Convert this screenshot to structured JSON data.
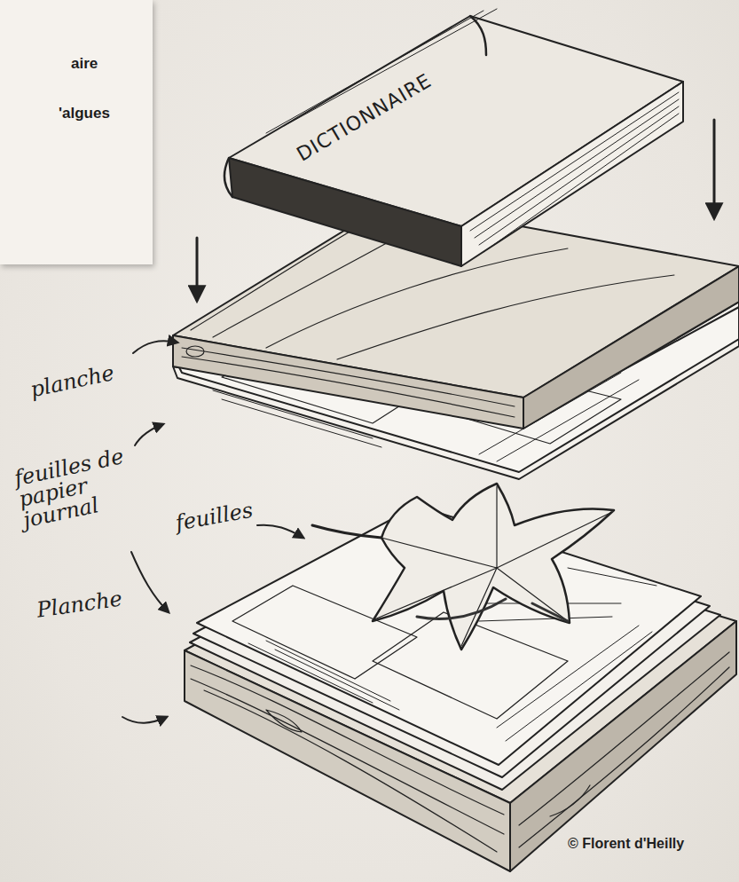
{
  "diagram": {
    "nodes": [
      {
        "text": [
          "aire",
          "'algues"
        ]
      }
    ],
    "labels": [
      "DICTIONNAIRE",
      "planche",
      "feuilles de papier journal",
      "feuilles",
      "Planche",
      "© Florent d'Heilly"
    ]
  }
}
